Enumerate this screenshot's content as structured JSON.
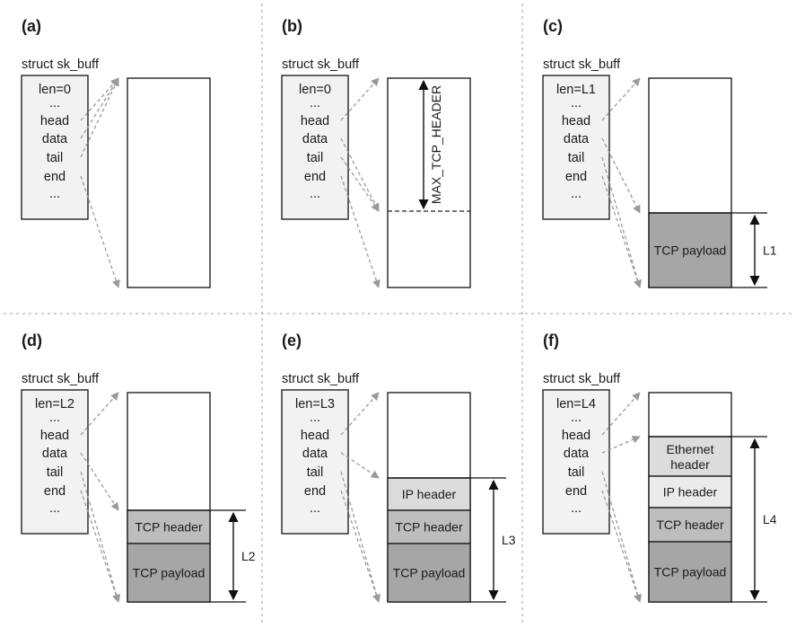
{
  "struct_title": "struct sk_buff",
  "field_labels": [
    "len",
    "...",
    "head",
    "data",
    "tail",
    "end",
    "..."
  ],
  "panels": [
    {
      "id": "a",
      "label": "(a)",
      "len": "len=0",
      "segments": [],
      "pointers": {
        "head": "top",
        "data": "top",
        "tail": "top",
        "end": "bottom"
      },
      "annotation": null
    },
    {
      "id": "b",
      "label": "(b)",
      "len": "len=0",
      "segments": [],
      "reserve_line": true,
      "pointers": {
        "head": "top",
        "data": "reserve",
        "tail": "reserve",
        "end": "bottom"
      },
      "annotation": {
        "text": "MAX_TCP_HEADER",
        "orientation": "vertical",
        "from": "top",
        "to": "reserve"
      }
    },
    {
      "id": "c",
      "label": "(c)",
      "len": "len=L1",
      "segments": [
        {
          "label": "TCP payload",
          "kind": "payload"
        }
      ],
      "pointers": {
        "head": "top",
        "data": "seg0",
        "tail": "bottom",
        "end": "bottom"
      },
      "annotation": {
        "text": "L1",
        "orientation": "horizontal",
        "from": "seg0",
        "to": "bottom"
      }
    },
    {
      "id": "d",
      "label": "(d)",
      "len": "len=L2",
      "segments": [
        {
          "label": "TCP header",
          "kind": "header"
        },
        {
          "label": "TCP payload",
          "kind": "payload"
        }
      ],
      "pointers": {
        "head": "top",
        "data": "seg0",
        "tail": "bottom",
        "end": "bottom"
      },
      "annotation": {
        "text": "L2",
        "orientation": "horizontal",
        "from": "seg0",
        "to": "bottom"
      }
    },
    {
      "id": "e",
      "label": "(e)",
      "len": "len=L3",
      "segments": [
        {
          "label": "IP header",
          "kind": "light"
        },
        {
          "label": "TCP header",
          "kind": "header"
        },
        {
          "label": "TCP payload",
          "kind": "payload"
        }
      ],
      "pointers": {
        "head": "top",
        "data": "seg0",
        "tail": "bottom",
        "end": "bottom"
      },
      "annotation": {
        "text": "L3",
        "orientation": "horizontal",
        "from": "seg0",
        "to": "bottom"
      }
    },
    {
      "id": "f",
      "label": "(f)",
      "len": "len=L4",
      "segments": [
        {
          "label": "Ethernet header",
          "kind": "light"
        },
        {
          "label": "IP header",
          "kind": "lighter"
        },
        {
          "label": "TCP header",
          "kind": "header"
        },
        {
          "label": "TCP payload",
          "kind": "payload"
        }
      ],
      "pointers": {
        "head": "top",
        "data": "seg0",
        "tail": "bottom",
        "end": "bottom"
      },
      "annotation": {
        "text": "L4",
        "orientation": "horizontal",
        "from": "seg0",
        "to": "bottom"
      }
    }
  ],
  "colors": {
    "payload": "#a6a6a6",
    "header": "#bdbdbd",
    "light": "#dcdcdc",
    "lighter": "#ebebeb",
    "struct_fill": "#f2f2f2",
    "pointer_line": "#9a9a9a"
  }
}
